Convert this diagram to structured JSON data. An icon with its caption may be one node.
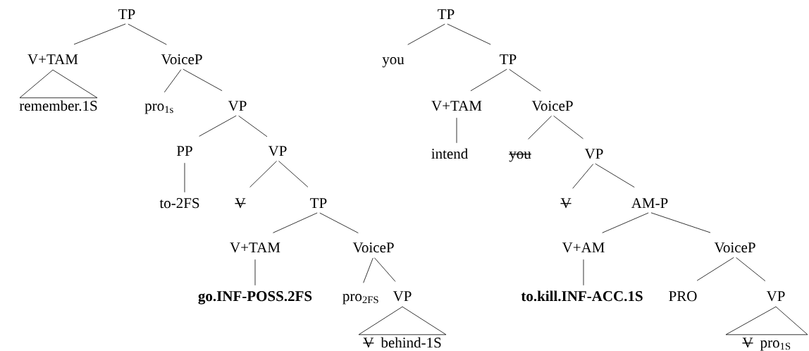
{
  "diagram": {
    "nodes": [
      {
        "text": [
          "TP"
        ]
      },
      {
        "text": [
          "V+TAM"
        ]
      },
      {
        "text": [
          "VoiceP"
        ]
      },
      {
        "text": [
          "remember.1S"
        ]
      },
      {
        "text": [
          "pro$_{1s}$"
        ]
      },
      {
        "text": [
          "VP"
        ]
      },
      {
        "text": [
          "PP"
        ]
      },
      {
        "text": [
          "VP"
        ]
      },
      {
        "text": [
          "to-2FS"
        ]
      },
      {
        "text": [
          "V"
        ]
      },
      {
        "text": [
          "TP"
        ]
      },
      {
        "text": [
          "V+TAM"
        ]
      },
      {
        "text": [
          "VoiceP"
        ]
      },
      {
        "text": [
          "go.INF-POSS.2FS"
        ]
      },
      {
        "text": [
          "pro$_{2FS}$"
        ]
      },
      {
        "text": [
          "VP"
        ]
      },
      {
        "text": [
          "V",
          "behind-1S"
        ]
      },
      {
        "text": [
          "TP"
        ]
      },
      {
        "text": [
          "you"
        ]
      },
      {
        "text": [
          "TP"
        ]
      },
      {
        "text": [
          "V+TAM"
        ]
      },
      {
        "text": [
          "VoiceP"
        ]
      },
      {
        "text": [
          "intend"
        ]
      },
      {
        "text": [
          "you"
        ]
      },
      {
        "text": [
          "VP"
        ]
      },
      {
        "text": [
          "V"
        ]
      },
      {
        "text": [
          "AM-P"
        ]
      },
      {
        "text": [
          "V+AM"
        ]
      },
      {
        "text": [
          "VoiceP"
        ]
      },
      {
        "text": [
          "to.kill.INF-ACC.1S"
        ]
      },
      {
        "text": [
          "PRO"
        ]
      },
      {
        "text": [
          "VP"
        ]
      },
      {
        "text": [
          "V",
          "pro$_{1S}$"
        ]
      }
    ],
    "edges": [
      {
        "from": 0,
        "to": 1,
        "arrow": "none"
      },
      {
        "from": 0,
        "to": 2,
        "arrow": "none"
      },
      {
        "from": 1,
        "to": 3,
        "arrow": "none"
      },
      {
        "from": 2,
        "to": 4,
        "arrow": "none"
      },
      {
        "from": 2,
        "to": 5,
        "arrow": "none"
      },
      {
        "from": 5,
        "to": 6,
        "arrow": "none"
      },
      {
        "from": 5,
        "to": 7,
        "arrow": "none"
      },
      {
        "from": 6,
        "to": 8,
        "arrow": "none"
      },
      {
        "from": 7,
        "to": 9,
        "arrow": "none"
      },
      {
        "from": 7,
        "to": 10,
        "arrow": "none"
      },
      {
        "from": 10,
        "to": 11,
        "arrow": "none"
      },
      {
        "from": 10,
        "to": 12,
        "arrow": "none"
      },
      {
        "from": 11,
        "to": 13,
        "arrow": "none"
      },
      {
        "from": 12,
        "to": 14,
        "arrow": "none"
      },
      {
        "from": 12,
        "to": 15,
        "arrow": "none"
      },
      {
        "from": 15,
        "to": 16,
        "arrow": "none"
      },
      {
        "from": 17,
        "to": 18,
        "arrow": "none"
      },
      {
        "from": 17,
        "to": 19,
        "arrow": "none"
      },
      {
        "from": 19,
        "to": 20,
        "arrow": "none"
      },
      {
        "from": 19,
        "to": 21,
        "arrow": "none"
      },
      {
        "from": 20,
        "to": 22,
        "arrow": "none"
      },
      {
        "from": 21,
        "to": 23,
        "arrow": "none"
      },
      {
        "from": 21,
        "to": 24,
        "arrow": "none"
      },
      {
        "from": 24,
        "to": 25,
        "arrow": "none"
      },
      {
        "from": 24,
        "to": 26,
        "arrow": "none"
      },
      {
        "from": 26,
        "to": 27,
        "arrow": "none"
      },
      {
        "from": 26,
        "to": 28,
        "arrow": "none"
      },
      {
        "from": 27,
        "to": 29,
        "arrow": "none"
      },
      {
        "from": 28,
        "to": 30,
        "arrow": "none"
      },
      {
        "from": 28,
        "to": 31,
        "arrow": "none"
      },
      {
        "from": 31,
        "to": 32,
        "arrow": "none"
      }
    ]
  }
}
